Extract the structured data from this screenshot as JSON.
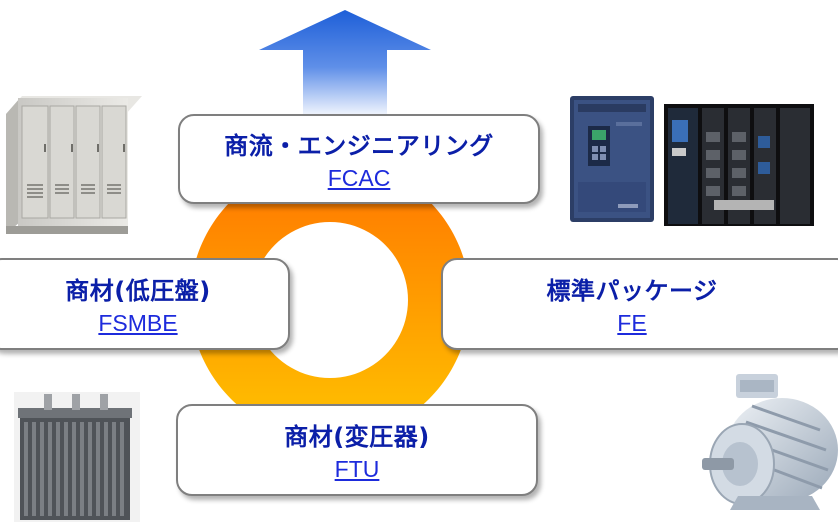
{
  "colors": {
    "arrow_top": "#1e5fd8",
    "arrow_bottom": "#e6eefc",
    "ring_outer": "#ff7a00",
    "ring_inner": "#ffc000",
    "text_dark_blue": "#0b1fa8",
    "link_blue": "#1d2bdc"
  },
  "boxes": {
    "top": {
      "title": "商流・エンジニアリング",
      "link": "FCAC"
    },
    "left": {
      "title": "商材(低圧盤)",
      "link": "FSMBE"
    },
    "right": {
      "title": "標準パッケージ",
      "link": "FE"
    },
    "bottom": {
      "title": "商材(変圧器)",
      "link": "FTU"
    }
  },
  "images": [
    "switchgear-cabinet-photo",
    "inverter-and-controller-photo",
    "transformer-photo",
    "electric-motor-photo"
  ],
  "arrow_direction": "up"
}
